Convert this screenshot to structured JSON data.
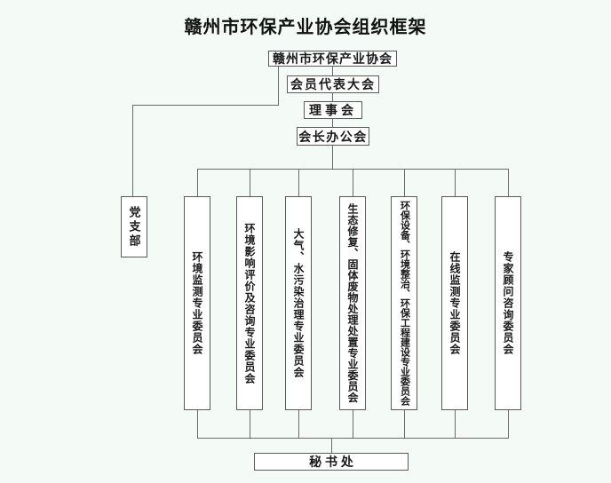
{
  "title": "赣州市环保产业协会组织框架",
  "org": {
    "association": "赣州市环保产业协会",
    "members_congress": "会员代表大会",
    "council": "理事会",
    "presidents_office": "会长办公会",
    "party_branch": "党支部",
    "secretariat": "秘 书 处"
  },
  "committees": [
    "环境监测专业委员会",
    "环境影响评价及咨询专业委员会",
    "大气、水污染治理专业委员会",
    "生态修复、固体废物处理处置专业委员会",
    "环保设备、环境整治、环保工程建设专业委员会",
    "在线监测专业委员会",
    "专家顾问咨询委员会"
  ],
  "colors": {
    "background": "#f4fbf6",
    "box_background": "#ffffff",
    "line": "#6a6a6a",
    "text": "#1a1a1a"
  }
}
